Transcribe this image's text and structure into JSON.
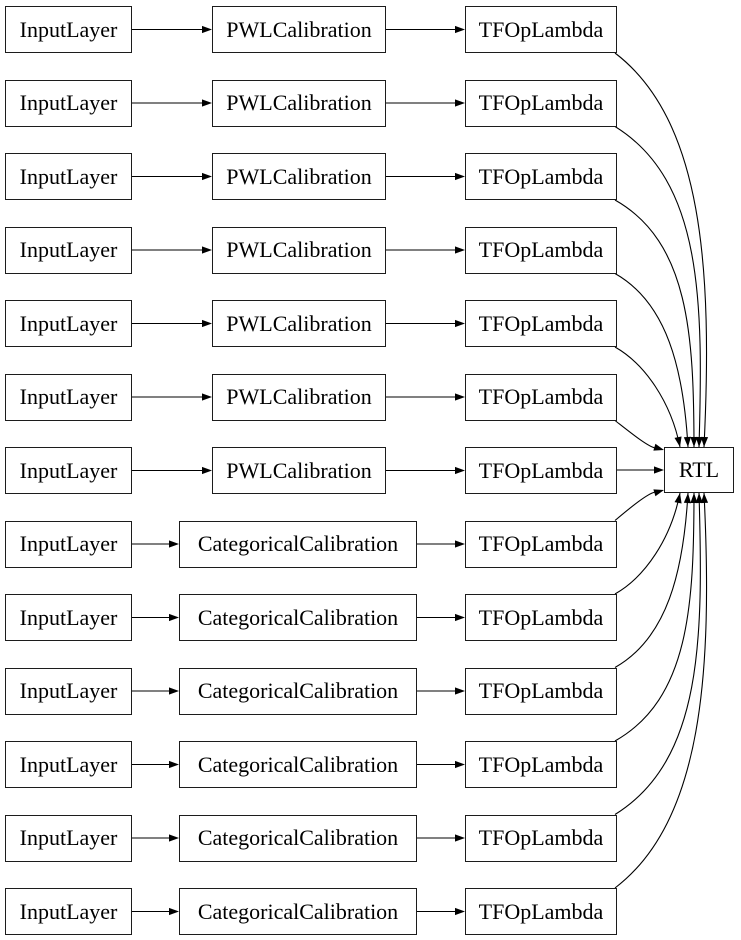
{
  "diagram": {
    "title": "lattice-model-architecture",
    "colors": {
      "background": "#ffffff",
      "node_fill": "#ffffff",
      "node_border": "#1c1c1c",
      "edge_color": "#000000",
      "text_color": "#000000"
    },
    "rows": [
      {
        "input": "InputLayer",
        "calibration": "PWLCalibration",
        "op": "TFOpLambda"
      },
      {
        "input": "InputLayer",
        "calibration": "PWLCalibration",
        "op": "TFOpLambda"
      },
      {
        "input": "InputLayer",
        "calibration": "PWLCalibration",
        "op": "TFOpLambda"
      },
      {
        "input": "InputLayer",
        "calibration": "PWLCalibration",
        "op": "TFOpLambda"
      },
      {
        "input": "InputLayer",
        "calibration": "PWLCalibration",
        "op": "TFOpLambda"
      },
      {
        "input": "InputLayer",
        "calibration": "PWLCalibration",
        "op": "TFOpLambda"
      },
      {
        "input": "InputLayer",
        "calibration": "PWLCalibration",
        "op": "TFOpLambda"
      },
      {
        "input": "InputLayer",
        "calibration": "CategoricalCalibration",
        "op": "TFOpLambda"
      },
      {
        "input": "InputLayer",
        "calibration": "CategoricalCalibration",
        "op": "TFOpLambda"
      },
      {
        "input": "InputLayer",
        "calibration": "CategoricalCalibration",
        "op": "TFOpLambda"
      },
      {
        "input": "InputLayer",
        "calibration": "CategoricalCalibration",
        "op": "TFOpLambda"
      },
      {
        "input": "InputLayer",
        "calibration": "CategoricalCalibration",
        "op": "TFOpLambda"
      },
      {
        "input": "InputLayer",
        "calibration": "CategoricalCalibration",
        "op": "TFOpLambda"
      }
    ],
    "output": {
      "label": "RTL"
    }
  }
}
